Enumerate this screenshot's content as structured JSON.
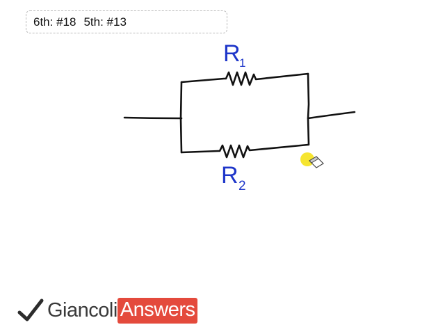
{
  "header": {
    "problem_ref_6th": "6th: #18",
    "problem_ref_5th": "5th: #13"
  },
  "diagram": {
    "resistor_top": {
      "letter": "R",
      "subscript": "1"
    },
    "resistor_bottom": {
      "letter": "R",
      "subscript": "2"
    },
    "ink_color_wires": "#111111",
    "ink_color_labels": "#1d35c9"
  },
  "cursor": {
    "icon": "eraser-cursor-icon",
    "highlight_color": "#f5e21a"
  },
  "brand": {
    "name": "Giancoli",
    "tag": "Answers",
    "check_icon": "checkmark-icon",
    "tag_color": "#e44a3c"
  }
}
